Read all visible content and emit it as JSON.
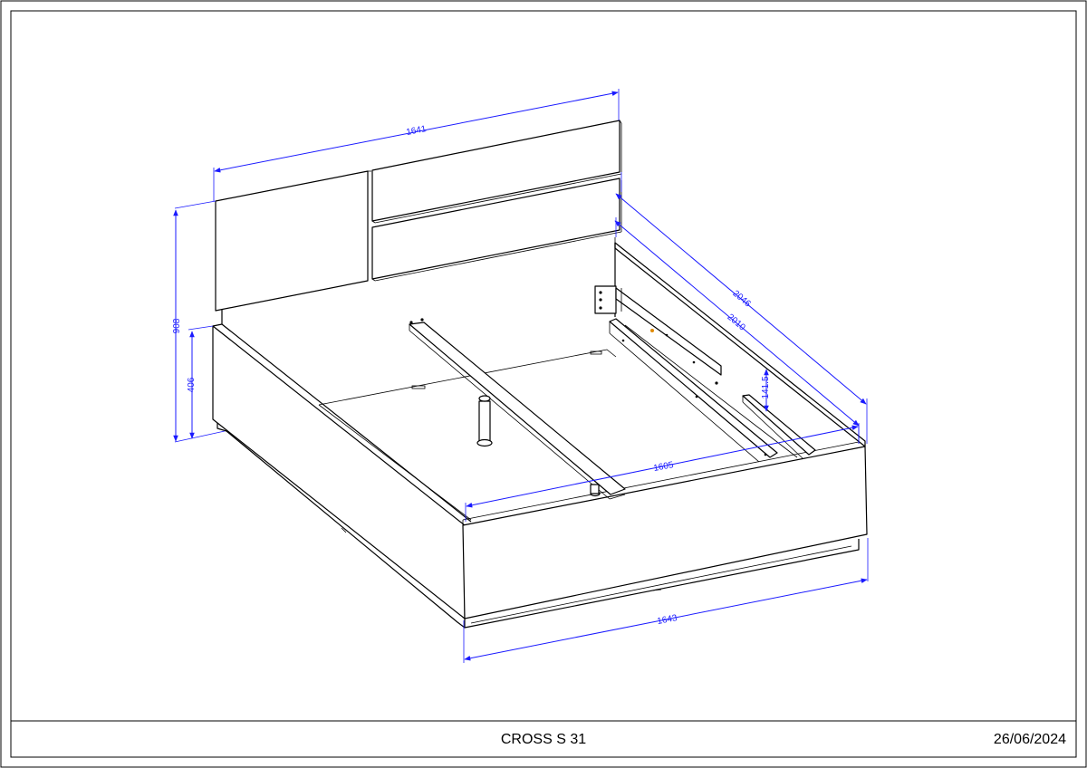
{
  "title_block": {
    "model": "CROSS S 31",
    "date": "26/06/2024"
  },
  "dimensions": {
    "headboard_width": "1641",
    "total_height": "908",
    "frame_height": "406",
    "total_length": "2046",
    "inner_length": "2010",
    "rail_height": "141.5",
    "inner_width": "1605",
    "total_width": "1643"
  },
  "colors": {
    "outline": "#000000",
    "dimension": "#1a1aff",
    "accent_mark": "#e08a00"
  }
}
